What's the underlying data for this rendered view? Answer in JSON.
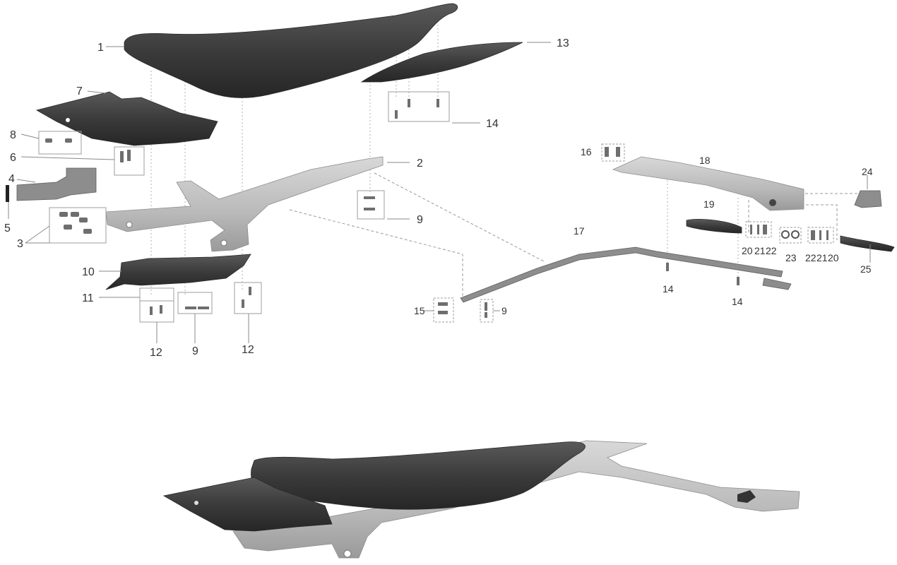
{
  "diagram": {
    "callouts": [
      {
        "id": "c1",
        "text": "1"
      },
      {
        "id": "c2",
        "text": "2"
      },
      {
        "id": "c3",
        "text": "3"
      },
      {
        "id": "c4",
        "text": "4"
      },
      {
        "id": "c5",
        "text": "5"
      },
      {
        "id": "c6",
        "text": "6"
      },
      {
        "id": "c7",
        "text": "7"
      },
      {
        "id": "c8",
        "text": "8"
      },
      {
        "id": "c9a",
        "text": "9"
      },
      {
        "id": "c9b",
        "text": "9"
      },
      {
        "id": "c9c",
        "text": "9"
      },
      {
        "id": "c10",
        "text": "10"
      },
      {
        "id": "c11",
        "text": "11"
      },
      {
        "id": "c12a",
        "text": "12"
      },
      {
        "id": "c12b",
        "text": "12"
      },
      {
        "id": "c13",
        "text": "13"
      },
      {
        "id": "c14a",
        "text": "14"
      },
      {
        "id": "c14b",
        "text": "14"
      },
      {
        "id": "c14c",
        "text": "14"
      },
      {
        "id": "c15",
        "text": "15"
      },
      {
        "id": "c16",
        "text": "16"
      },
      {
        "id": "c17",
        "text": "17"
      },
      {
        "id": "c18",
        "text": "18"
      },
      {
        "id": "c19",
        "text": "19"
      },
      {
        "id": "c20a",
        "text": "20"
      },
      {
        "id": "c21a",
        "text": "21"
      },
      {
        "id": "c22a",
        "text": "22"
      },
      {
        "id": "c23",
        "text": "23"
      },
      {
        "id": "c22b",
        "text": "22"
      },
      {
        "id": "c21b",
        "text": "21"
      },
      {
        "id": "c20b",
        "text": "20"
      },
      {
        "id": "c24",
        "text": "24"
      },
      {
        "id": "c25",
        "text": "25"
      }
    ],
    "colors": {
      "dark_part": "#3f3f3f",
      "light_part": "#c4c4c4",
      "label": "#333333",
      "leader": "#8a8a8a"
    }
  }
}
